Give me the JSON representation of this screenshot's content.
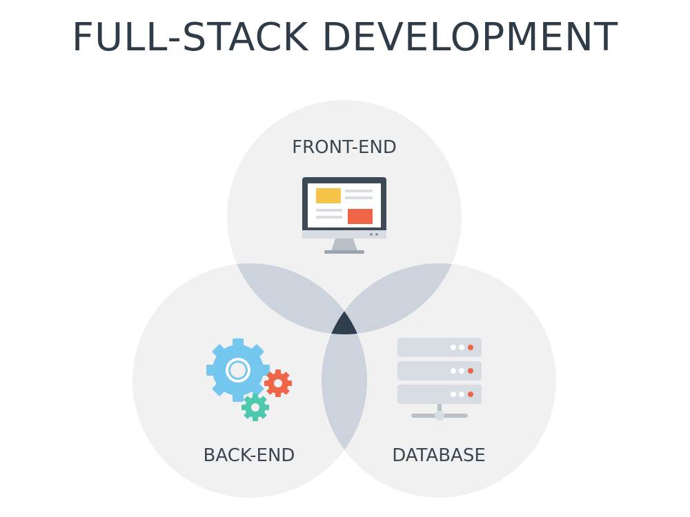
{
  "title": "FULL-STACK DEVELOPMENT",
  "sets": [
    {
      "label": "FRONT-END",
      "icon": "monitor-icon"
    },
    {
      "label": "BACK-END",
      "icon": "gears-icon"
    },
    {
      "label": "DATABASE",
      "icon": "server-icon"
    }
  ],
  "colors": {
    "circle_fill": "#f1f1f1",
    "overlap_pair": "#cdd3dc",
    "overlap_center": "#2f3e4d",
    "title_text": "#2f3b46",
    "label_text": "#3a4651",
    "accent_yellow": "#f7c44a",
    "accent_red": "#f06548",
    "accent_blue": "#74c7ef",
    "accent_teal": "#4fc9ae",
    "icon_dark": "#3d4a56",
    "icon_grey": "#d8dde3"
  }
}
